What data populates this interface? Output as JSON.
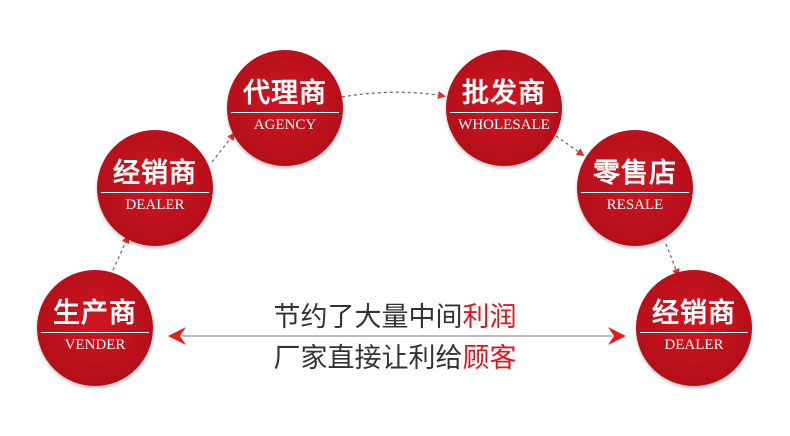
{
  "nodes": {
    "vender": {
      "zh": "生产商",
      "en": "VENDER"
    },
    "dealer_l": {
      "zh": "经销商",
      "en": "DEALER"
    },
    "agency": {
      "zh": "代理商",
      "en": "AGENCY"
    },
    "wholesale": {
      "zh": "批发商",
      "en": "WHOLESALE"
    },
    "resale": {
      "zh": "零售店",
      "en": "RESALE"
    },
    "dealer_r": {
      "zh": "经销商",
      "en": "DEALER"
    }
  },
  "center": {
    "line1_text": "节约了大量中间",
    "line1_highlight": "利润",
    "line2_text": "厂家直接让利给",
    "line2_highlight": "顾客"
  },
  "colors": {
    "circle": "#c4121c",
    "highlight": "#d71920",
    "text": "#333333",
    "arrow": "#d71920"
  }
}
